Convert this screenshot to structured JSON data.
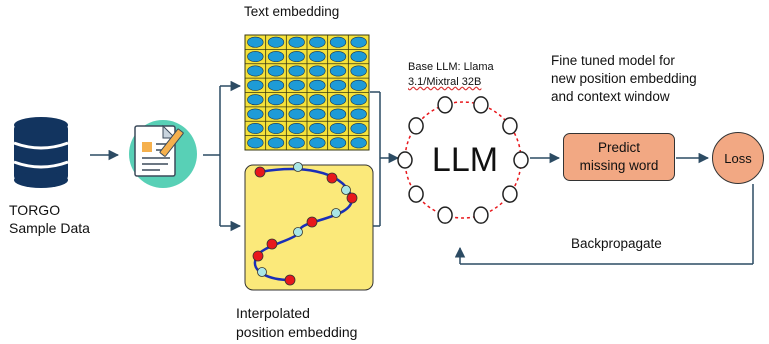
{
  "diagram": {
    "text_embedding_label": "Text embedding",
    "source_label": [
      "TORGO",
      "Sample Data"
    ],
    "base_llm_label": [
      "Base LLM: Llama",
      "3.1/Mixtral 32B"
    ],
    "llm_label": "LLM",
    "fine_tuned_label": [
      "Fine tuned model for",
      "new position embedding",
      "and context window"
    ],
    "predict_label": [
      "Predict",
      "missing word"
    ],
    "loss_label": "Loss",
    "backprop_label": "Backpropagate",
    "interp_label": [
      "Interpolated",
      "position embedding"
    ]
  },
  "colors": {
    "database": "#12345f",
    "arrow": "#2c4b63",
    "grid_fill": "#f5e23a",
    "grid_dot": "#1e9bd7",
    "wave_panel": "#fbe97a",
    "wave_line": "#1a2fb8",
    "wave_red": "#e8171c",
    "wave_cyan": "#a9e6e6",
    "node_fill": "#f2a883",
    "doc_circle": "#58d0b6"
  }
}
